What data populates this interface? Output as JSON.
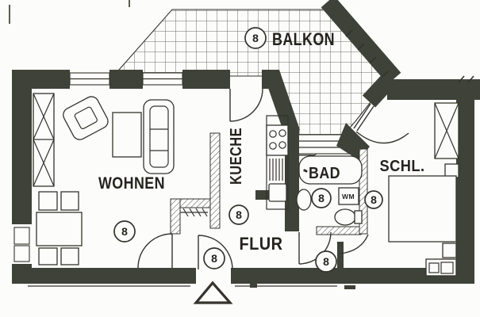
{
  "labels": {
    "balkon": "BALKON",
    "wohnen": "WOHNEN",
    "kueche": "KUECHE",
    "bad": "BAD",
    "schl": "SCHL.",
    "flur": "FLUR",
    "wm": "WM"
  },
  "markers": {
    "balkon": "8",
    "wohnen": "8",
    "kueche": "8",
    "bad": "8",
    "schl": "8",
    "flur_entry": "8",
    "flur_inner": "8"
  },
  "colors": {
    "wall": "#3e4238",
    "line": "#34332d",
    "paper": "#fcfcfa",
    "grid": "#6e6e66",
    "text": "#24231e"
  }
}
